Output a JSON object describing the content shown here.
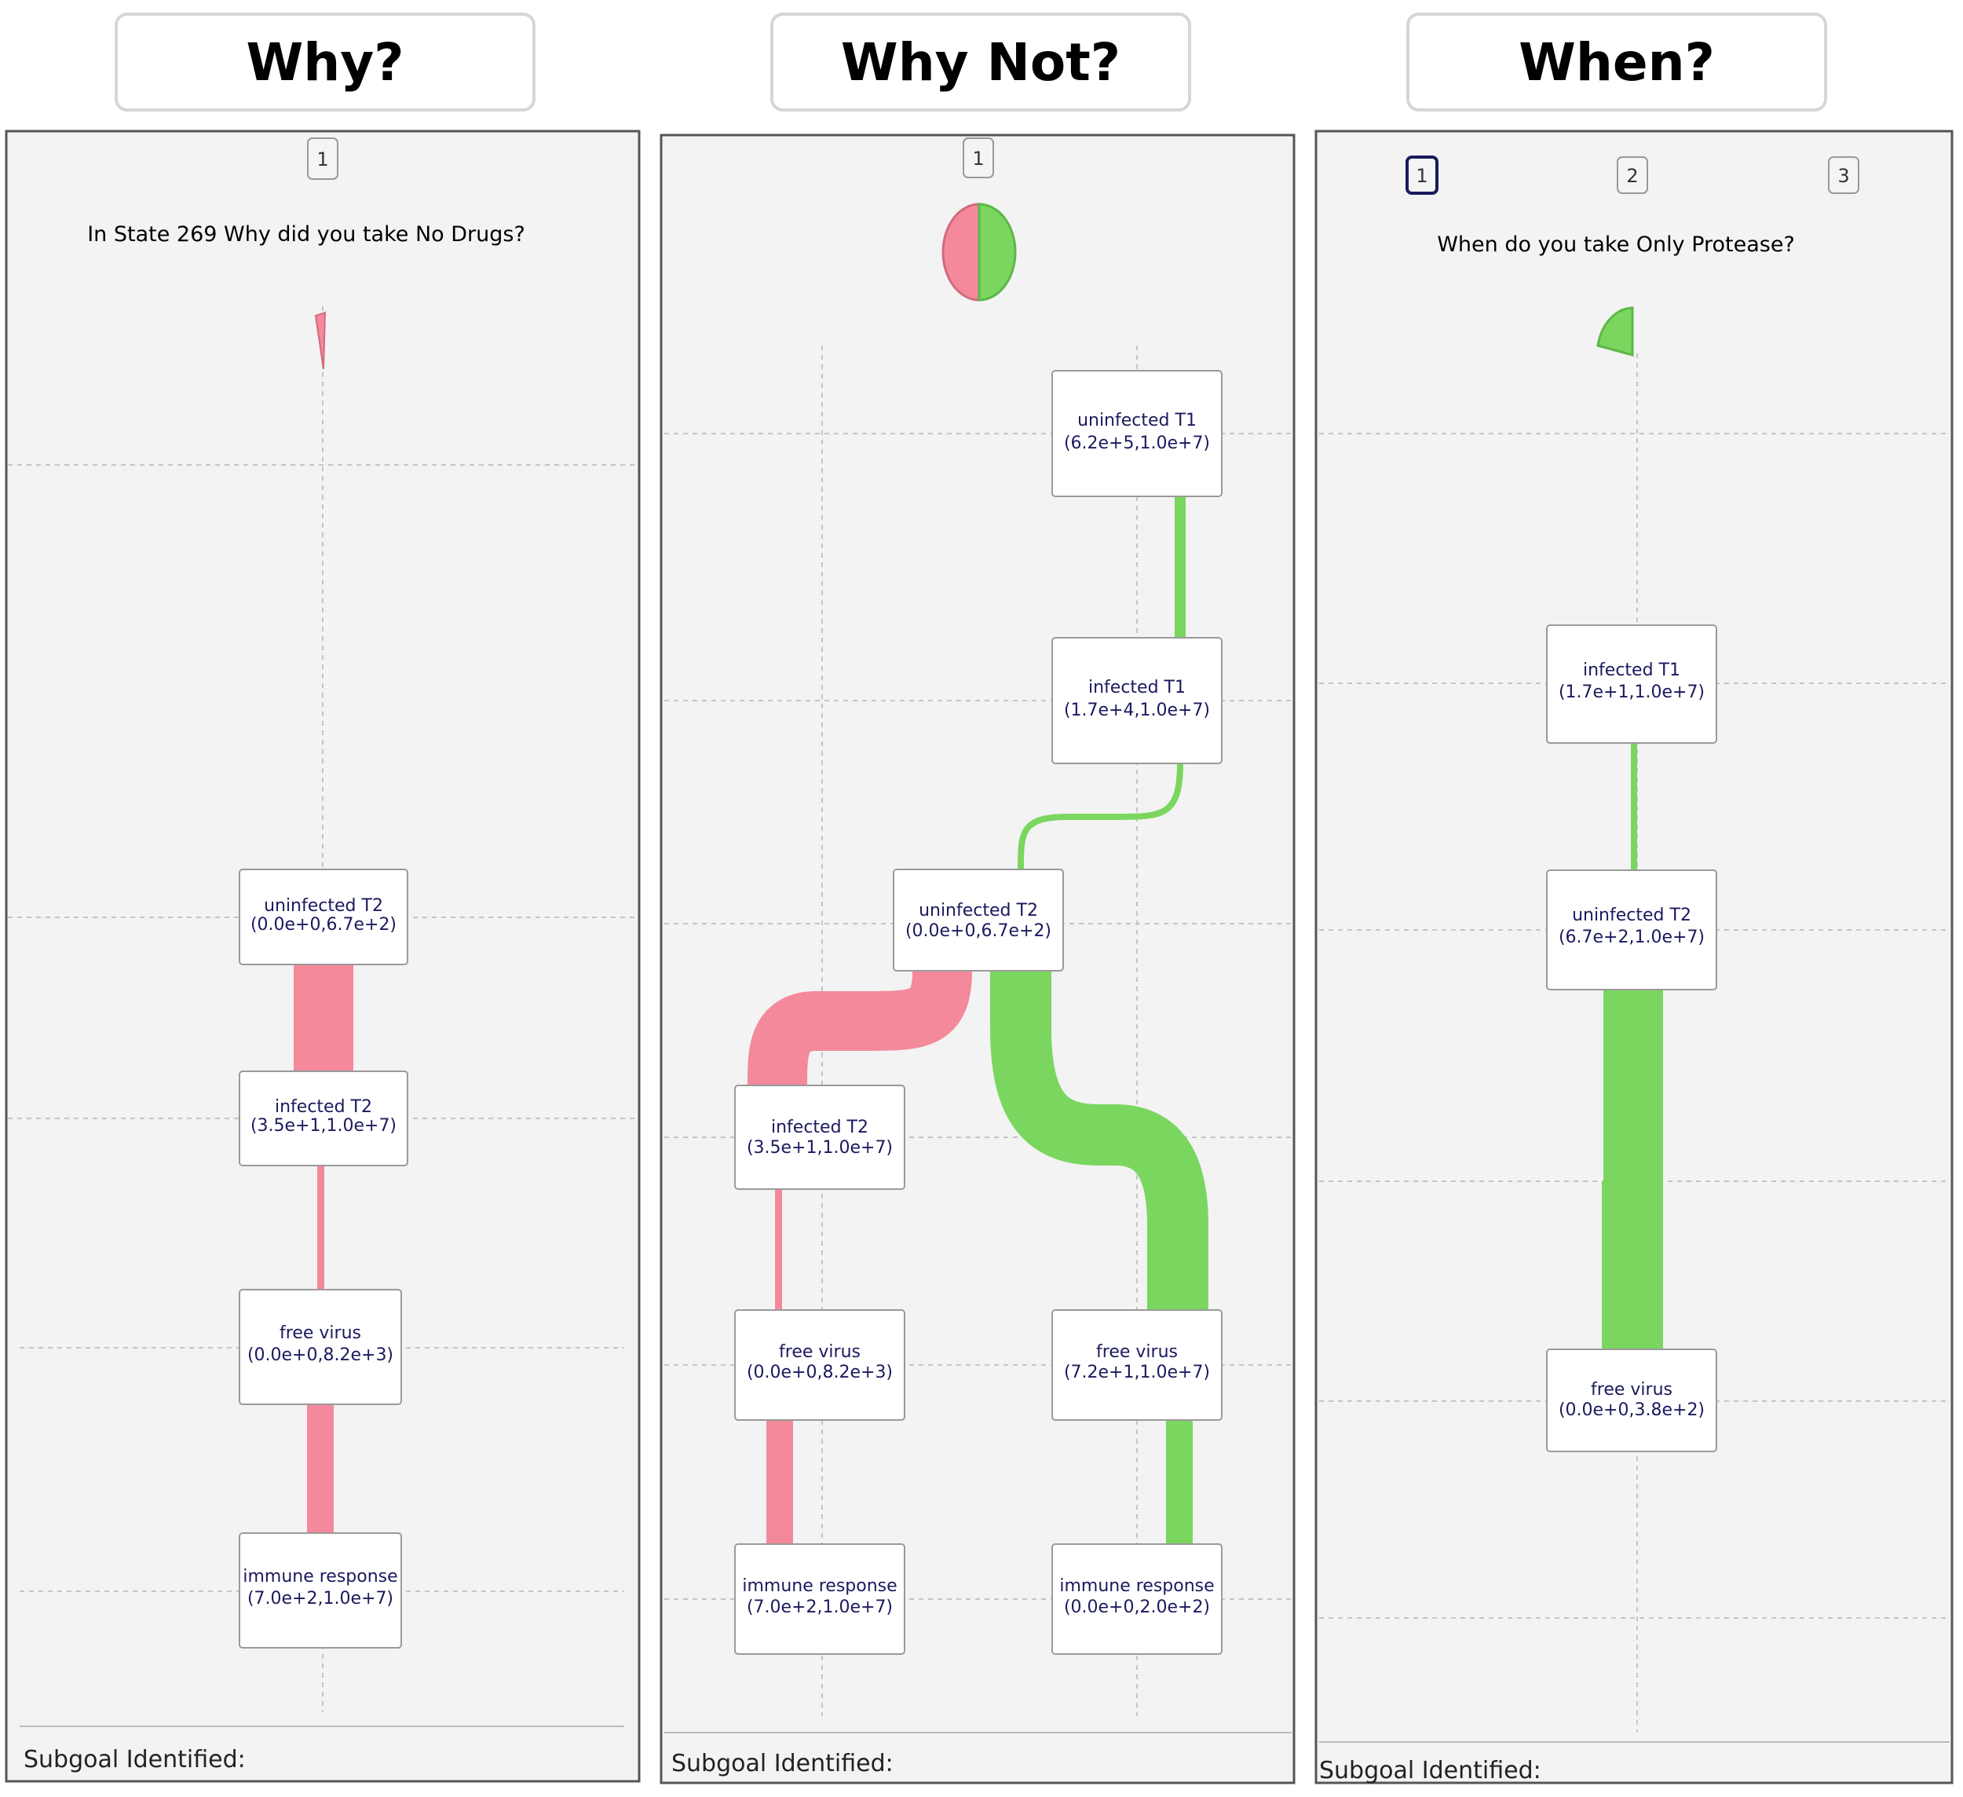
{
  "headers": {
    "why": "Why?",
    "why_not": "Why Not?",
    "when": "When?"
  },
  "panels": {
    "why": {
      "pages": [
        "1"
      ],
      "active_page": "1",
      "question": "In State 269 Why did you take No Drugs?",
      "subgoal": "Subgoal Identified:",
      "indicator": {
        "red_fraction": 0.03,
        "green_fraction": 0.0
      },
      "nodes": {
        "uninfected_t2": {
          "name": "uninfected T2",
          "range": "(0.0e+0,6.7e+2)"
        },
        "infected_t2": {
          "name": "infected T2",
          "range": "(3.5e+1,1.0e+7)"
        },
        "free_virus": {
          "name": "free virus",
          "range": "(0.0e+0,8.2e+3)"
        },
        "immune_response": {
          "name": "immune response",
          "range": "(7.0e+2,1.0e+7)"
        }
      }
    },
    "why_not": {
      "pages": [
        "1"
      ],
      "active_page": "1",
      "subgoal": "Subgoal Identified:",
      "indicator": {
        "red_fraction": 0.5,
        "green_fraction": 0.5
      },
      "nodes": {
        "uninfected_t1": {
          "name": "uninfected T1",
          "range": "(6.2e+5,1.0e+7)"
        },
        "infected_t1": {
          "name": "infected T1",
          "range": "(1.7e+4,1.0e+7)"
        },
        "uninfected_t2": {
          "name": "uninfected T2",
          "range": "(0.0e+0,6.7e+2)"
        },
        "infected_t2": {
          "name": "infected T2",
          "range": "(3.5e+1,1.0e+7)"
        },
        "free_virus_left": {
          "name": "free virus",
          "range": "(0.0e+0,8.2e+3)"
        },
        "free_virus_right": {
          "name": "free virus",
          "range": "(7.2e+1,1.0e+7)"
        },
        "immune_response_left": {
          "name": "immune response",
          "range": "(7.0e+2,1.0e+7)"
        },
        "immune_response_right": {
          "name": "immune response",
          "range": "(0.0e+0,2.0e+2)"
        }
      }
    },
    "when": {
      "pages": [
        "1",
        "2",
        "3"
      ],
      "active_page": "1",
      "question": "When do you take Only Protease?",
      "subgoal": "Subgoal Identified:",
      "indicator": {
        "red_fraction": 0.0,
        "green_fraction": 0.25
      },
      "nodes": {
        "infected_t1": {
          "name": "infected T1",
          "range": "(1.7e+1,1.0e+7)"
        },
        "uninfected_t2": {
          "name": "uninfected T2",
          "range": "(6.7e+2,1.0e+7)"
        },
        "free_virus": {
          "name": "free virus",
          "range": "(0.0e+0,3.8e+2)"
        }
      }
    }
  },
  "colors": {
    "red": "#f4899b",
    "green": "#7bd660",
    "node_text": "#1a1a5e",
    "panel_bg": "#f3f3f3",
    "grid": "#c4c4c4",
    "active_page_border": "#1a1a5e"
  }
}
